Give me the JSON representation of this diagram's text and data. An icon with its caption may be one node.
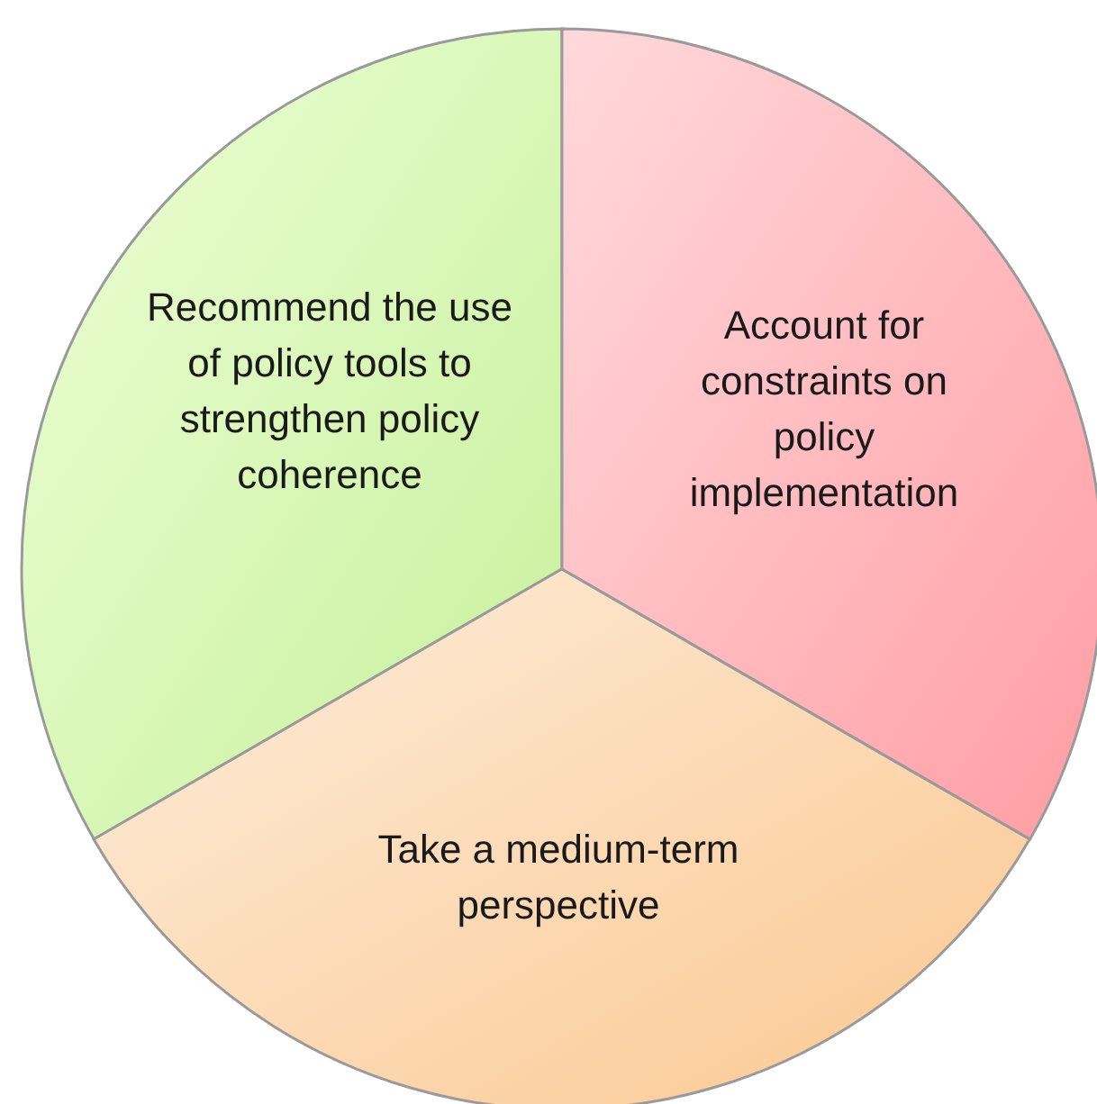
{
  "diagram": {
    "nodes": [
      {
        "text": [
          "Recommend the use of policy tools to strengthen policy coherence"
        ]
      },
      {
        "text": [
          "Account for constraints on policy implementation"
        ]
      },
      {
        "text": [
          "Take a medium-term perspective"
        ]
      }
    ]
  }
}
